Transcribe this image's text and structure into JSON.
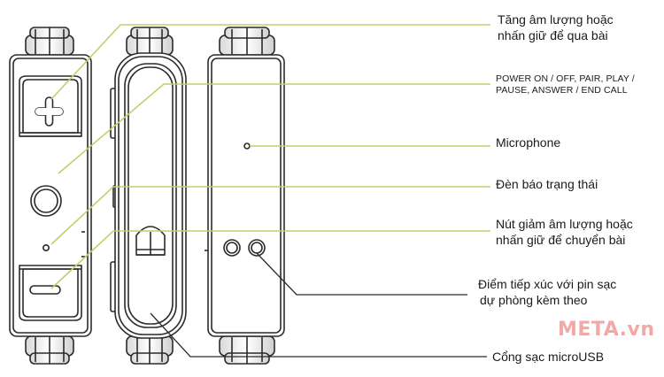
{
  "labels": {
    "volume_up": [
      "Tăng âm lượng hoặc",
      "nhấn giữ để qua bài"
    ],
    "power": [
      "POWER ON / OFF, PAIR, PLAY /",
      "PAUSE, ANSWER / END CALL"
    ],
    "microphone": "Microphone",
    "status_light": "Đèn báo trạng thái",
    "volume_down": [
      "Nút giảm âm lượng hoặc",
      "nhấn giữ để chuyển bài"
    ],
    "battery_contacts": [
      "Điểm tiếp xúc với pin sạc",
      "dự phòng kèm theo"
    ],
    "usb_port": "Cổng sạc microUSB"
  },
  "watermark": "META.vn",
  "colors": {
    "leader_line": "#b9d36c",
    "outline": "#2b2b2b",
    "watermark": "#f3a8a8"
  },
  "icons": {
    "plus_button": "plus-icon",
    "minus_button": "minus-icon"
  }
}
